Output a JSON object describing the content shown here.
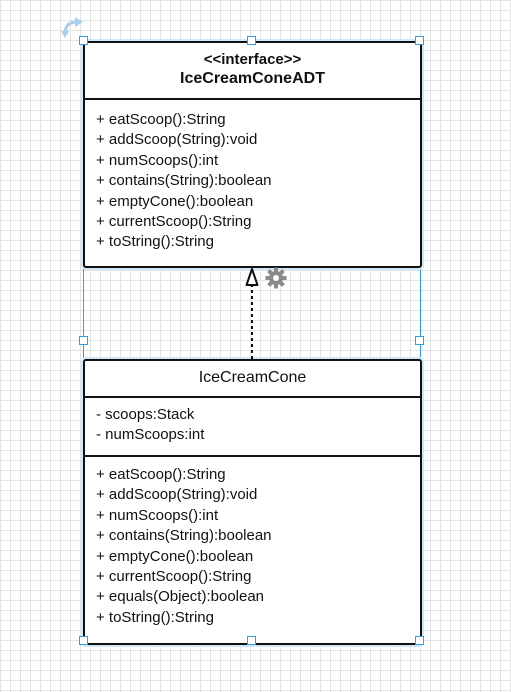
{
  "interface": {
    "stereotype": "<<interface>>",
    "name": "IceCreamConeADT",
    "methods": [
      "+ eatScoop():String",
      "+ addScoop(String):void",
      "+ numScoops():int",
      "+ contains(String):boolean",
      "+ emptyCone():boolean",
      "+ currentScoop():String",
      "+ toString():String"
    ]
  },
  "class": {
    "name": "IceCreamCone",
    "attributes": [
      "- scoops:Stack",
      "- numScoops:int"
    ],
    "methods": [
      "+ eatScoop():String",
      "+ addScoop(String):void",
      "+ numScoops():int",
      "+ contains(String):boolean",
      "+ emptyCone():boolean",
      "+ currentScoop():String",
      "+ equals(Object):boolean",
      "+ toString():String"
    ]
  },
  "relationship": {
    "type": "realization",
    "from": "IceCreamCone",
    "to": "IceCreamConeADT"
  },
  "colors": {
    "selection": "#29a3e8",
    "border": "#111111",
    "gear": "#8a8a8a"
  },
  "icons": [
    "rotate-icon",
    "gear-icon"
  ]
}
